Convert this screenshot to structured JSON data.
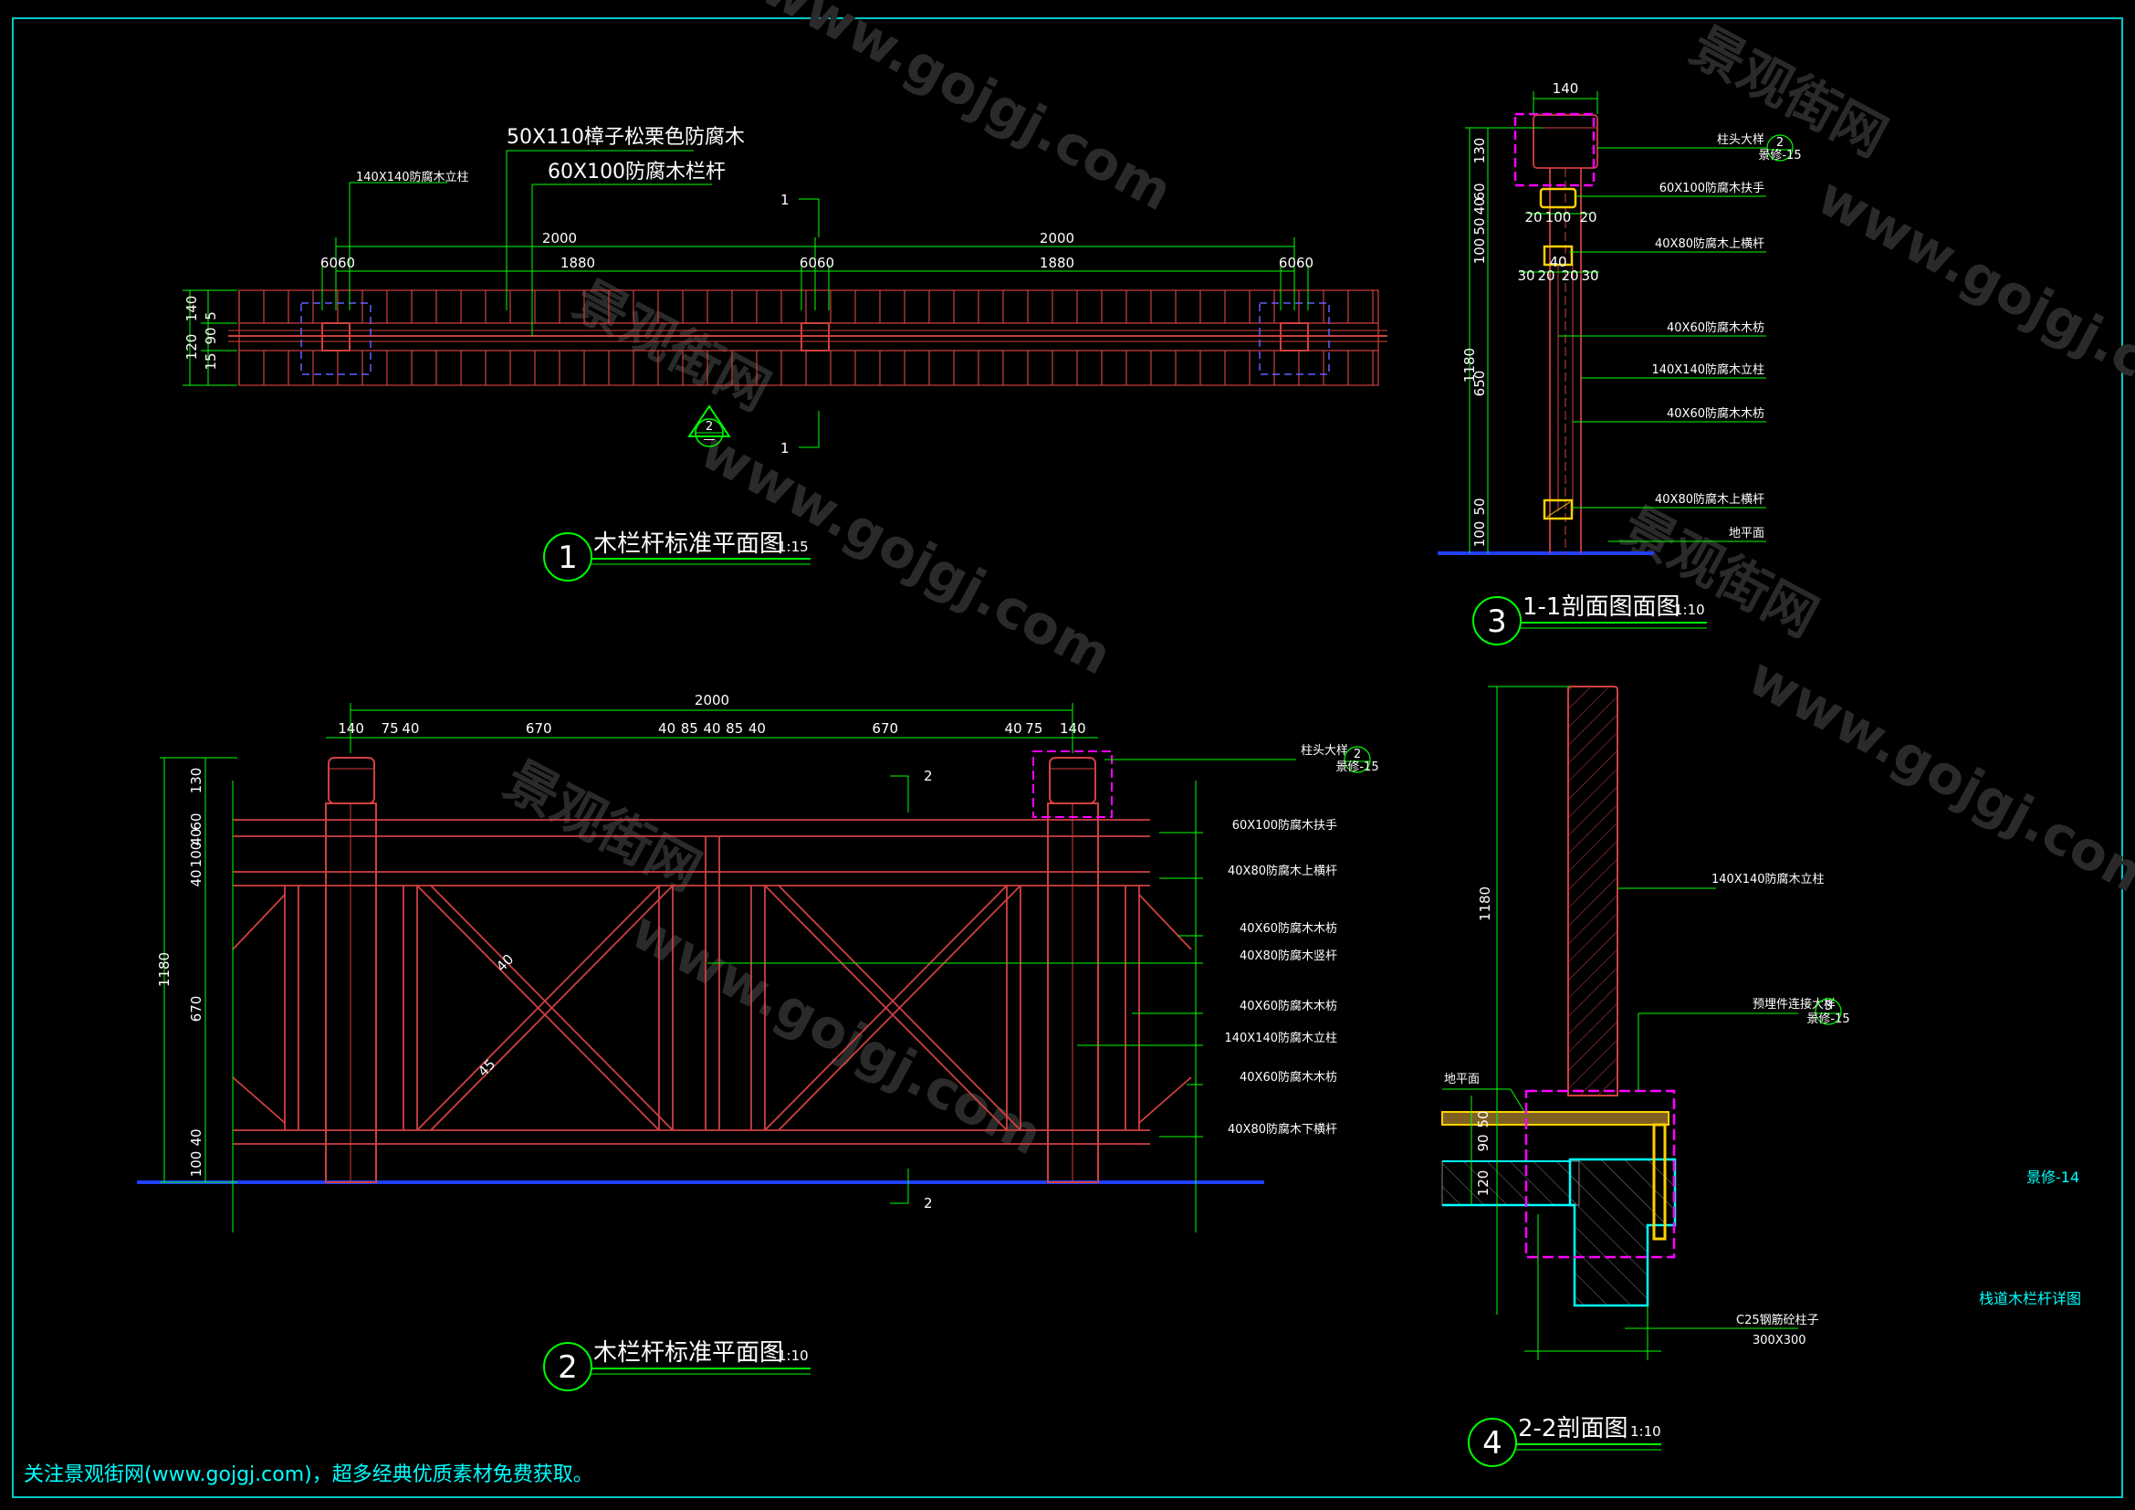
{
  "drawing": {
    "sheet_no": "景修-14",
    "sheet_title": "栈道木栏杆详图",
    "footer": "关注景观街网(www.gojgj.com)，超多经典优质素材免费获取。",
    "watermark_a": "景观街网",
    "watermark_b": "www.gojgj.com"
  },
  "colors": {
    "frame": "#00c8c8",
    "dim": "#00ff00",
    "wood": "#d04040",
    "ground": "#2040ff",
    "magenta": "#ff00ff",
    "yellow": "#ffd000",
    "cyan": "#00ffff",
    "text": "#ffffff"
  },
  "view1": {
    "number": "1",
    "title": "木栏杆标准平面图",
    "scale": "1:15",
    "label_top1": "50X110樟子松栗色防腐木",
    "label_top2": "60X100防腐木栏杆",
    "label_post": "140X140防腐木立柱",
    "dim_2000a": "2000",
    "dim_2000b": "2000",
    "dim_1880a": "1880",
    "dim_1880b": "1880",
    "dim_6060a": "6060",
    "dim_6060b": "6060",
    "dim_6060c": "6060",
    "dim_left_140": "140",
    "dim_left_120": "120",
    "dim_left_5": "5",
    "dim_left_90": "90",
    "dim_left_15": "15",
    "section_mark": "1",
    "section_mark_b": "1",
    "detail_ref_num": "2",
    "detail_ref_sheet": "—"
  },
  "view2": {
    "number": "2",
    "title": "木栏杆标准平面图",
    "scale": "1:10",
    "dim_total": "2000",
    "dims_top": [
      "140",
      "75",
      "40",
      "670",
      "40",
      "85",
      "40",
      "85",
      "40",
      "670",
      "40",
      "75",
      "140"
    ],
    "dims_left": [
      "130",
      "60",
      "40",
      "100",
      "40",
      "670",
      "40",
      "100"
    ],
    "dim_left_total": "1180",
    "angle_a": "40",
    "angle_b": "45",
    "section_mark": "2",
    "section_mark_b": "2",
    "callouts": [
      "60X100防腐木扶手",
      "40X80防腐木上横杆",
      "40X60防腐木木枋",
      "40X80防腐木竖杆",
      "40X60防腐木木枋",
      "140X140防腐木立柱",
      "40X60防腐木木枋",
      "40X80防腐木下横杆"
    ],
    "cap_note": "柱头大样",
    "cap_ref_num": "2",
    "cap_ref_sheet": "景修-15"
  },
  "view3": {
    "number": "3",
    "title": "1-1剖面图面图",
    "scale": "1:10",
    "dim_top": "140",
    "dims_left": [
      "130",
      "60",
      "40",
      "50",
      "100",
      "650",
      "50",
      "100"
    ],
    "dim_left_total": "1180",
    "dims_mid1": [
      "20",
      "100",
      "20"
    ],
    "dims_mid2": [
      "30",
      "20",
      "20",
      "30"
    ],
    "dim_40": "40",
    "callouts": [
      "柱头大样",
      "60X100防腐木扶手",
      "40X80防腐木上横杆",
      "40X60防腐木木枋",
      "140X140防腐木立柱",
      "40X60防腐木木枋",
      "40X80防腐木上横杆",
      "地平面"
    ],
    "cap_ref_num": "2",
    "cap_ref_sheet": "景修-15"
  },
  "view4": {
    "number": "4",
    "title": "2-2剖面图",
    "scale": "1:10",
    "dim_total": "1180",
    "dims_small": [
      "50",
      "90",
      "120"
    ],
    "callout_post": "140X140防腐木立柱",
    "callout_conn": "预埋件连接大样",
    "conn_ref_num": "3",
    "conn_ref_sheet": "景修-15",
    "ground_label": "地平面",
    "concrete_label1": "C25钢筋砼柱子",
    "concrete_label2": "300X300"
  }
}
